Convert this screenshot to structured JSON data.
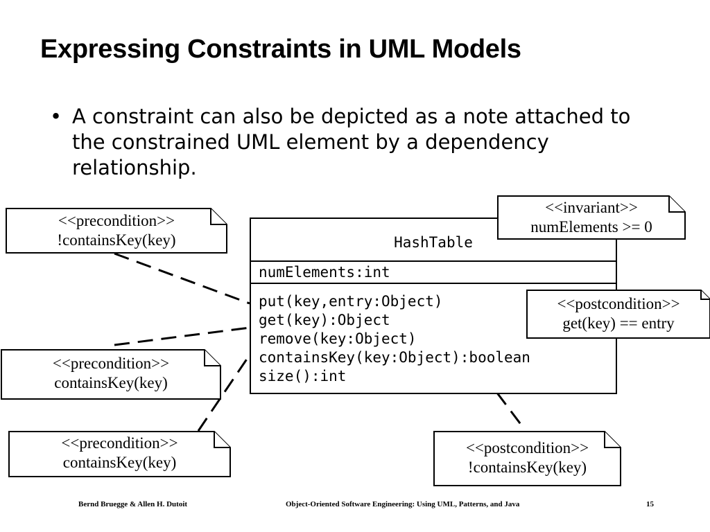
{
  "slide": {
    "title": "Expressing Constraints in UML Models",
    "bullet": "A constraint can also be depicted as a note attached to the constrained UML element by a dependency relationship.",
    "bullet_marker": "•"
  },
  "class_box": {
    "name": "HashTable",
    "attributes": [
      "numElements:int"
    ],
    "operations": [
      "put(key,entry:Object)",
      "get(key):Object",
      "remove(key:Object)",
      "containsKey(key:Object):boolean",
      "size():int"
    ]
  },
  "notes": {
    "pre_remove": {
      "stereotype": "<<precondition>>",
      "constraint": "!containsKey(key)"
    },
    "pre_get": {
      "stereotype": "<<precondition>>",
      "constraint": "containsKey(key)"
    },
    "pre_remove2": {
      "stereotype": "<<precondition>>",
      "constraint": "containsKey(key)"
    },
    "invariant": {
      "stereotype": "<<invariant>>",
      "constraint": "numElements >= 0"
    },
    "post_get": {
      "stereotype": "<<postcondition>>",
      "constraint": "get(key) == entry"
    },
    "post_remove": {
      "stereotype": "<<postcondition>>",
      "constraint": "!containsKey(key)"
    }
  },
  "footer": {
    "authors": "Bernd Bruegge & Allen H. Dutoit",
    "book": "Object-Oriented Software Engineering: Using UML, Patterns, and Java",
    "page": "15"
  }
}
